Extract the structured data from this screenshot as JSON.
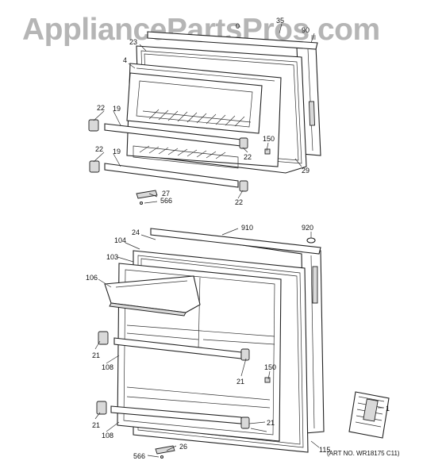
{
  "watermark": "AppliancePartsPros.com",
  "art_number": "(ART NO. WR18175 C11)",
  "callouts": {
    "c35": "35",
    "c90_top": "90",
    "c0_top": "0",
    "c23": "23",
    "c4": "4",
    "c22_a": "22",
    "c19_a": "19",
    "c22_b": "22",
    "c19_b": "19",
    "c150_top": "150",
    "c22_c": "22",
    "c29": "29",
    "c22_d": "22",
    "c27": "27",
    "c566_top": "566",
    "c910": "910",
    "c920": "920",
    "c24": "24",
    "c104": "104",
    "c103": "103",
    "c106": "106",
    "c21_a": "21",
    "c108_a": "108",
    "c150_bot": "150",
    "c21_b": "21",
    "c21_c": "21",
    "c108_b": "108",
    "c21_d": "21",
    "c1": "1",
    "c115": "115",
    "c26": "26",
    "c566_bot": "566"
  }
}
